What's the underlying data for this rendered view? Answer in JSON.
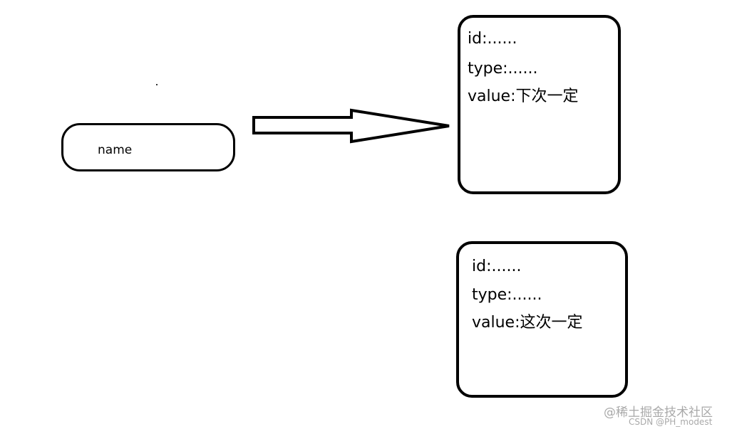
{
  "diagram": {
    "source_node": {
      "label": "name"
    },
    "records": [
      {
        "id_line": "id:......",
        "type_line": "type:......",
        "value_line": "value:下次一定"
      },
      {
        "id_line": "id:......",
        "type_line": "type:......",
        "value_line": "value:这次一定"
      }
    ],
    "edges": [
      {
        "from": "name",
        "to": "record-1",
        "style": "block-arrow"
      }
    ]
  },
  "watermark": {
    "line1": "@稀土掘金技术社区",
    "line2": "CSDN @PH_modest"
  },
  "colors": {
    "stroke": "#000000",
    "background": "#ffffff",
    "watermark": "#a9a9a9"
  }
}
